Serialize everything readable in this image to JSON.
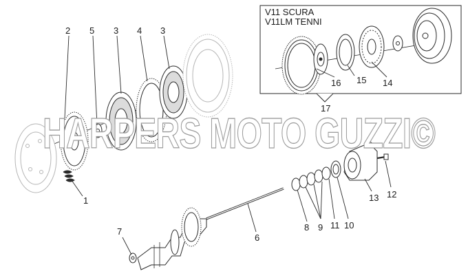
{
  "inset": {
    "line1": "V11 SCURA",
    "line2": "V11LM TENNI",
    "callout": "17"
  },
  "callouts": {
    "c1": "1",
    "c2": "2",
    "c3a": "3",
    "c3b": "3",
    "c4": "4",
    "c5": "5",
    "c6": "6",
    "c7": "7",
    "c8": "8",
    "c9": "9",
    "c10": "10",
    "c11": "11",
    "c12": "12",
    "c13": "13",
    "c14": "14",
    "c15": "15",
    "c16": "16"
  },
  "watermark": "HARPERS MOTO GUZZI©"
}
